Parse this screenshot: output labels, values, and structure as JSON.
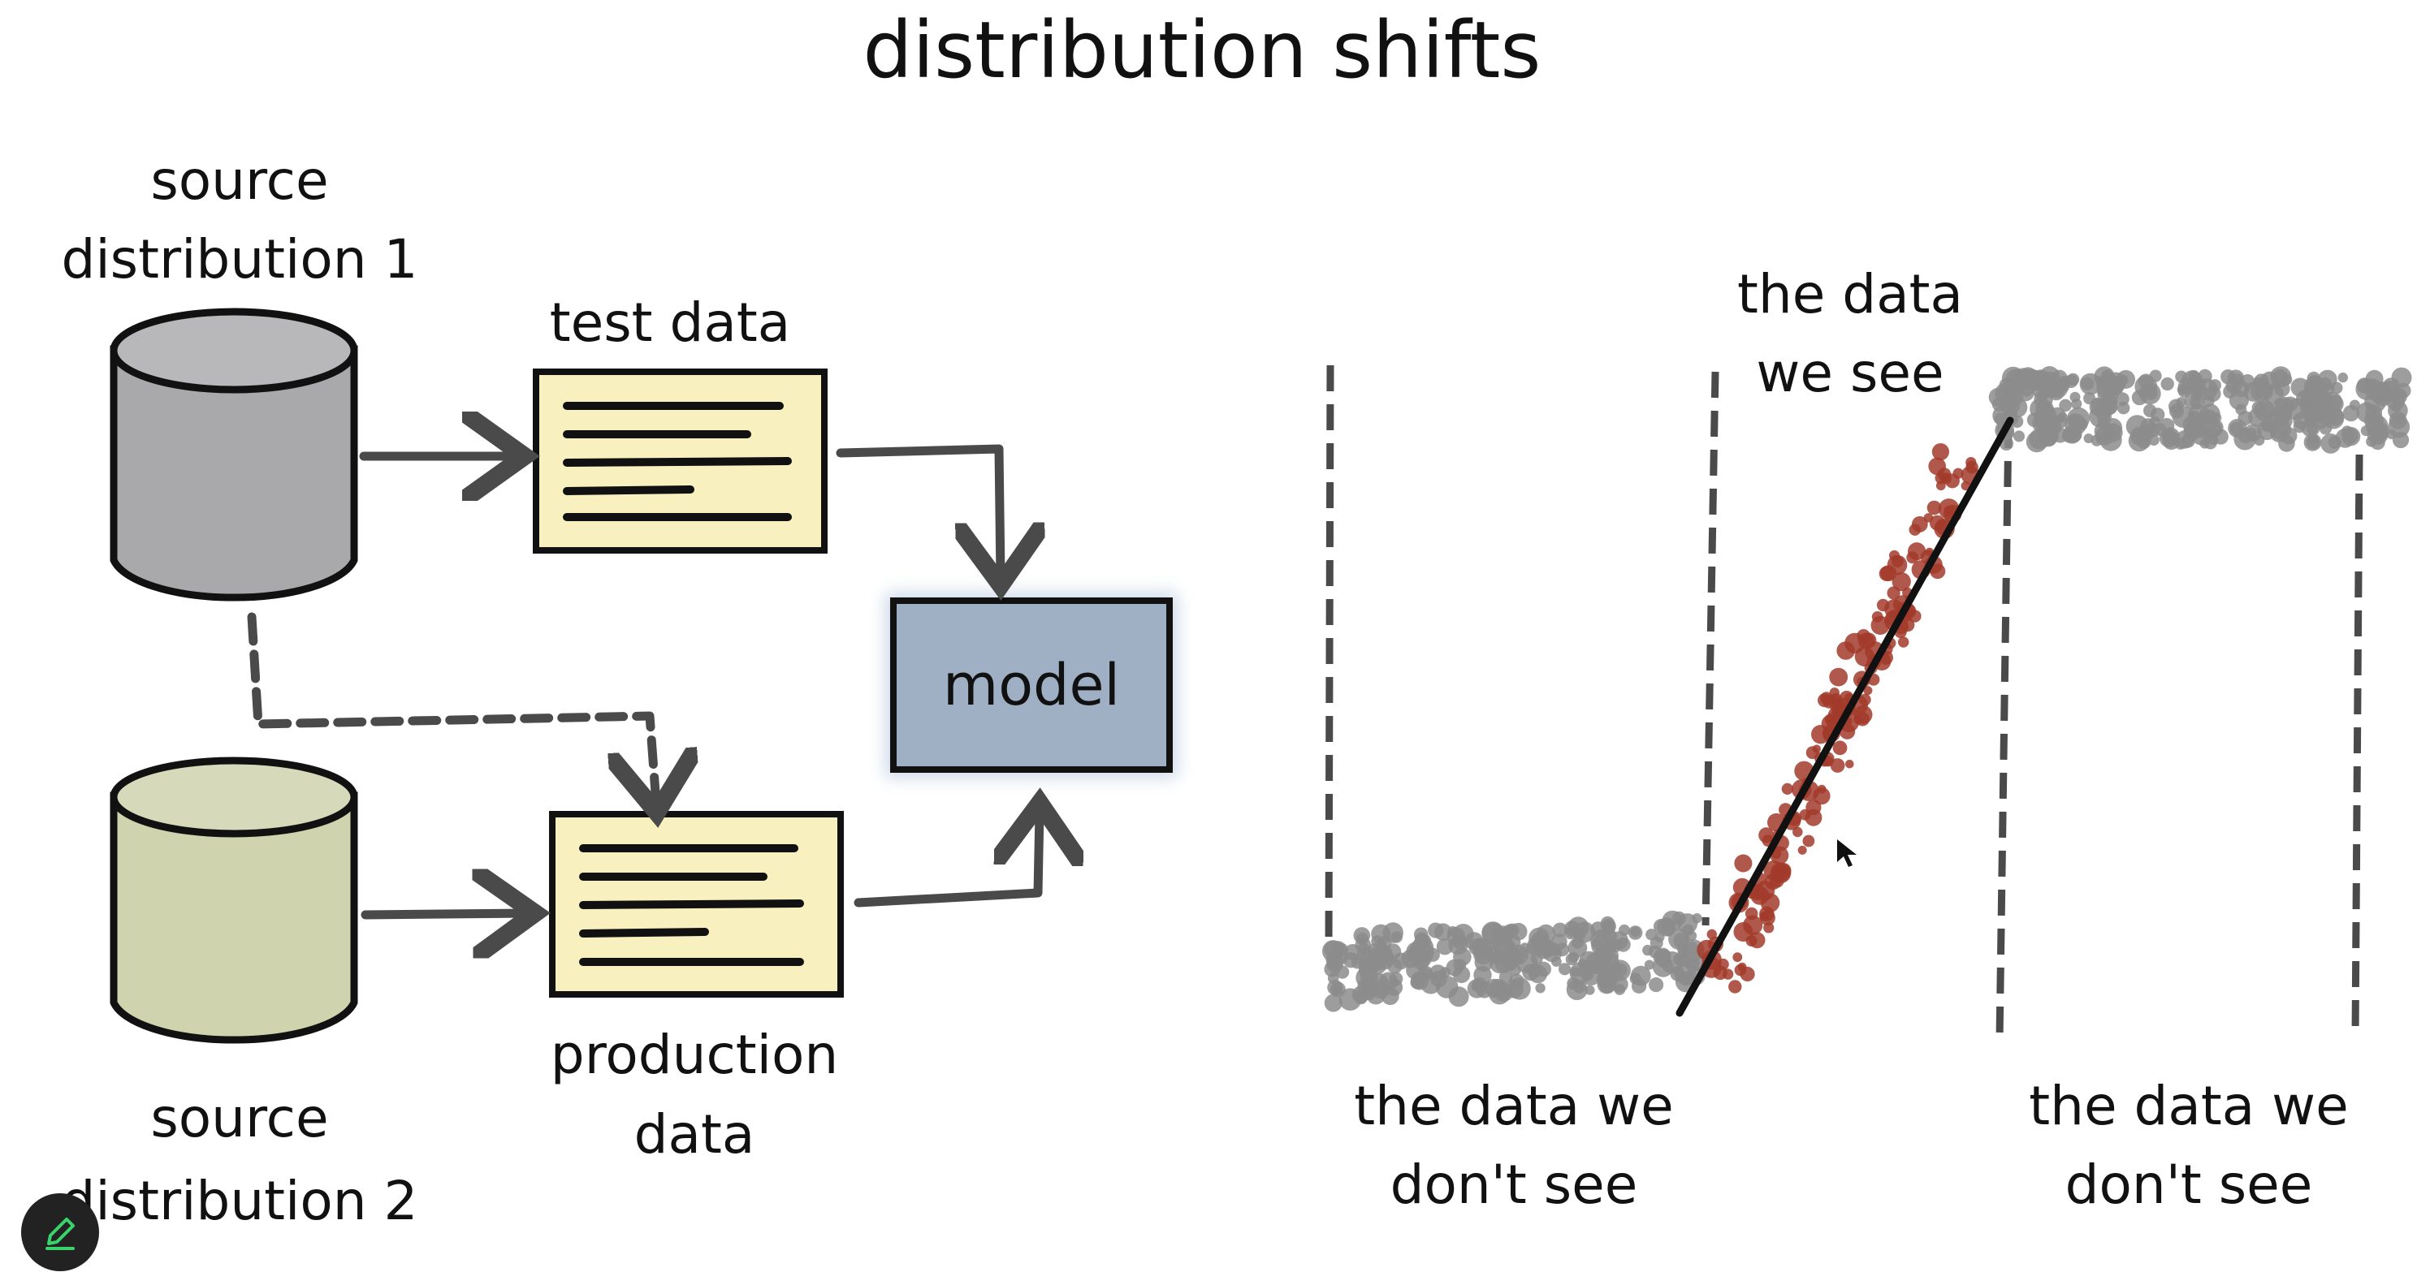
{
  "title": "distribution shifts",
  "left_diagram": {
    "source1": {
      "line1": "source",
      "line2": "distribution 1"
    },
    "source2": {
      "line1": "source",
      "line2": "distribution 2"
    },
    "test_data": "test data",
    "production_data": {
      "line1": "production",
      "line2": "data"
    },
    "model": "model"
  },
  "right_diagram": {
    "seen_label": {
      "line1": "the data",
      "line2": "we see"
    },
    "unseen_left": {
      "line1": "the data we",
      "line2": "don't see"
    },
    "unseen_right": {
      "line1": "the data we",
      "line2": "don't see"
    }
  },
  "colors": {
    "source1_fill": "#a9a9ab",
    "source2_fill": "#cfd3ae",
    "document_fill": "#f8f1bf",
    "model_fill": "#9fb0c4",
    "arrow": "#4a4a4a",
    "seen_points": "#a23b2c",
    "unseen_points": "#8c8c8c"
  },
  "edit_button": {
    "icon": "pencil-icon"
  }
}
